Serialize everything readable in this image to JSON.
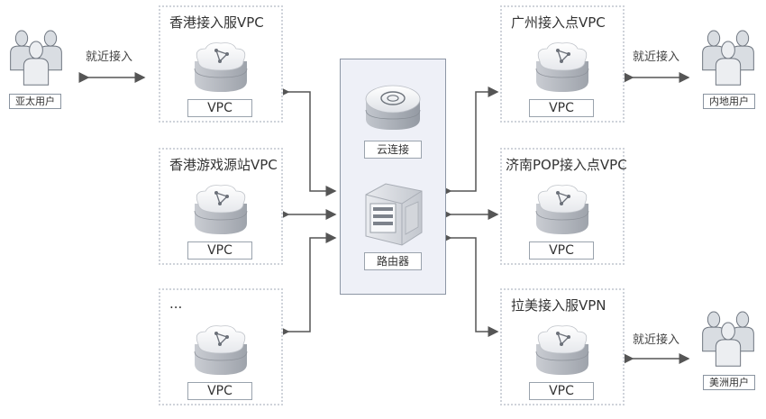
{
  "users": {
    "apac": "亚太用户",
    "mainland": "内地用户",
    "americas": "美洲用户"
  },
  "near_access": {
    "left": "就近接入",
    "right_top": "就近接入",
    "right_bottom": "就近接入"
  },
  "left_vpcs": [
    {
      "title": "香港接入服VPC",
      "label": "VPC"
    },
    {
      "title": "香港游戏源站VPC",
      "label": "VPC"
    },
    {
      "title": "...",
      "label": "VPC"
    }
  ],
  "right_vpcs": [
    {
      "title": "广州接入点VPC",
      "label": "VPC"
    },
    {
      "title": "济南POP接入点VPC",
      "label": "VPC"
    },
    {
      "title": "拉美接入服VPN",
      "label": "VPC"
    }
  ],
  "center": {
    "cloud_connect": "云连接",
    "router": "路由器"
  },
  "colors": {
    "arrow": "#555555",
    "box_border": "#cfd3da",
    "center_fill": "#eef0f7"
  }
}
